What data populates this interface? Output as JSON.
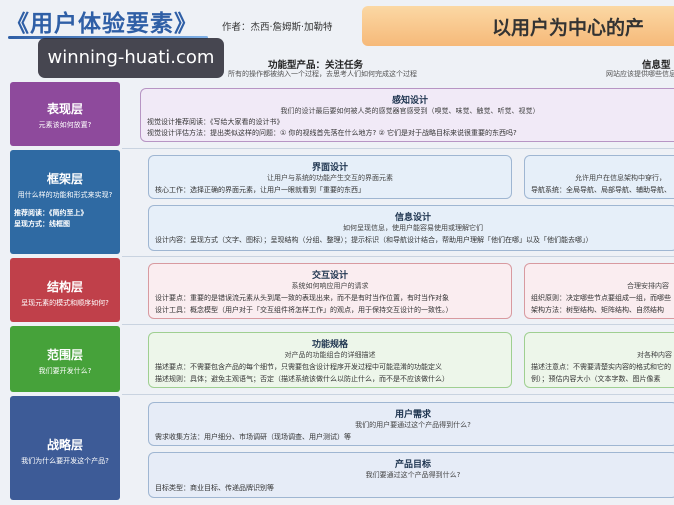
{
  "header": {
    "title": "《用户体验要素》",
    "author": "作者：杰西·詹姆斯·加勒特",
    "banner": "以用户为中心的产",
    "watermark": "winning-huati.com"
  },
  "columns": {
    "left_head": "功能型产品：关注任务",
    "left_sub": "所有的操作都被纳入一个过程，去思考人们如何完成这个过程",
    "right_head": "信息型",
    "right_sub": "网站应该提供哪些信息"
  },
  "layers": [
    {
      "name": "表现层",
      "question": "元素该如何放置?",
      "extra1": "",
      "extra2": "",
      "color": "#8e4a9c"
    },
    {
      "name": "框架层",
      "question": "用什么样的功能和形式来实现?",
      "extra1": "推荐阅读：《简约至上》",
      "extra2": "呈现方式：线框图",
      "color": "#2f6aa3"
    },
    {
      "name": "结构层",
      "question": "呈现元素的模式和顺序如何?",
      "extra1": "",
      "extra2": "",
      "color": "#c0404a"
    },
    {
      "name": "范围层",
      "question": "我们要开发什么?",
      "extra1": "",
      "extra2": "",
      "color": "#46a23a"
    },
    {
      "name": "战略层",
      "question": "我们为什么要开发这个产品?",
      "extra1": "",
      "extra2": "",
      "color": "#3d5b97"
    }
  ],
  "cards": {
    "perception": {
      "title": "感知设计",
      "sub": "我们的设计最后要如何被人类的感觉器官感受到（嗅觉、味觉、触觉、听觉、视觉）",
      "line1": "视觉设计推荐阅读：《写给大家看的设计书》",
      "line2": "视觉设计评估方法：提出类似这样的问题：① 你的视线首先落在什么地方? ② 它们是对于战略目标来说很重要的东西吗?"
    },
    "interface": {
      "title": "界面设计",
      "sub": "让用户与系统的功能产生交互的界面元素",
      "line1": "核心工作：选择正确的界面元素，让用户一眼就看到「重要的东西」"
    },
    "nav": {
      "sub": "允许用户在信息架构中穿行，",
      "line1": "导航系统：全局导航、局部导航、辅助导航、"
    },
    "info": {
      "title": "信息设计",
      "sub": "如何呈现信息，使用户能容易使用或理解它们",
      "line1": "设计内容：呈现方式（文字、图标）；呈现结构（分组、整理）；提示标识（和导航设计结合，帮助用户理解「他们在哪」以及「他们能去哪」）"
    },
    "interaction": {
      "title": "交互设计",
      "sub": "系统如何响应用户的请求",
      "line1": "设计要点：重要的是错误流元素从头到尾一致的表现出来，而不是有时当作位置，有时当作对象",
      "line2": "设计工具：概念模型（用户对于「交互组件将怎样工作」的观点，用于保持交互设计的一致性。）"
    },
    "ia": {
      "sub": "合理安排内容",
      "line1": "组织原则：决定哪些节点要组成一组，而哪些",
      "line2": "架构方法：树型结构、矩阵结构、自然结构"
    },
    "spec": {
      "title": "功能规格",
      "sub": "对产品的功能组合的详细描述",
      "line1": "描述要点：不需要包含产品的每个细节，只需要包含设计程序开发过程中可能混淆的功能定义",
      "line2": "描述规则：具体；避免主观语气；否定（描述系统该做什么以防止什么，而不是不应该做什么）"
    },
    "content": {
      "sub": "对各种内容",
      "line1": "描述注意点：不需要清楚实内容的格式和它的",
      "line2": "例）；预估内容大小（文本字数、图片像素"
    },
    "needs": {
      "title": "用户需求",
      "sub": "我们的用户要通过这个产品得到什么?",
      "line1": "需求收集方法：用户细分、市场调研（现场调查、用户测试）等"
    },
    "goals": {
      "title": "产品目标",
      "sub": "我们要通过这个产品得到什么?",
      "line1": "目标类型：商业目标、传递品牌识别等"
    }
  }
}
